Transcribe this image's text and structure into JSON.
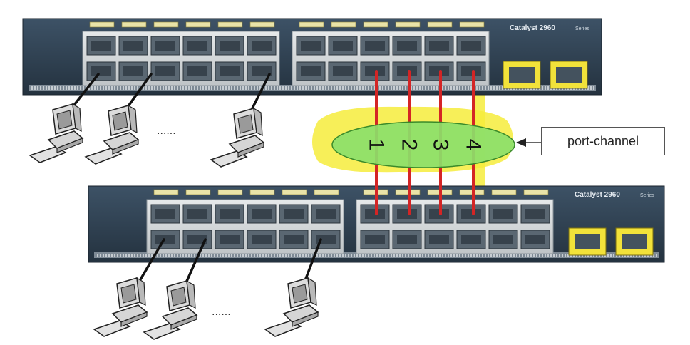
{
  "switches": [
    {
      "model": "Catalyst 2960",
      "series": "Series"
    },
    {
      "model": "Catalyst 2960",
      "series": "Series"
    }
  ],
  "port_channel": {
    "label": "port-channel",
    "links": [
      "1",
      "2",
      "3",
      "4"
    ]
  },
  "ellipsis": [
    "......",
    "......"
  ],
  "colors": {
    "switch_body": "#2f4050",
    "port_panel": "#d2d6d8",
    "link": "#d42525",
    "channel_fill": "#8bdf6a",
    "highlight": "#f6ec3c"
  },
  "icons": [
    "computer-icon",
    "callout-arrow-icon"
  ]
}
